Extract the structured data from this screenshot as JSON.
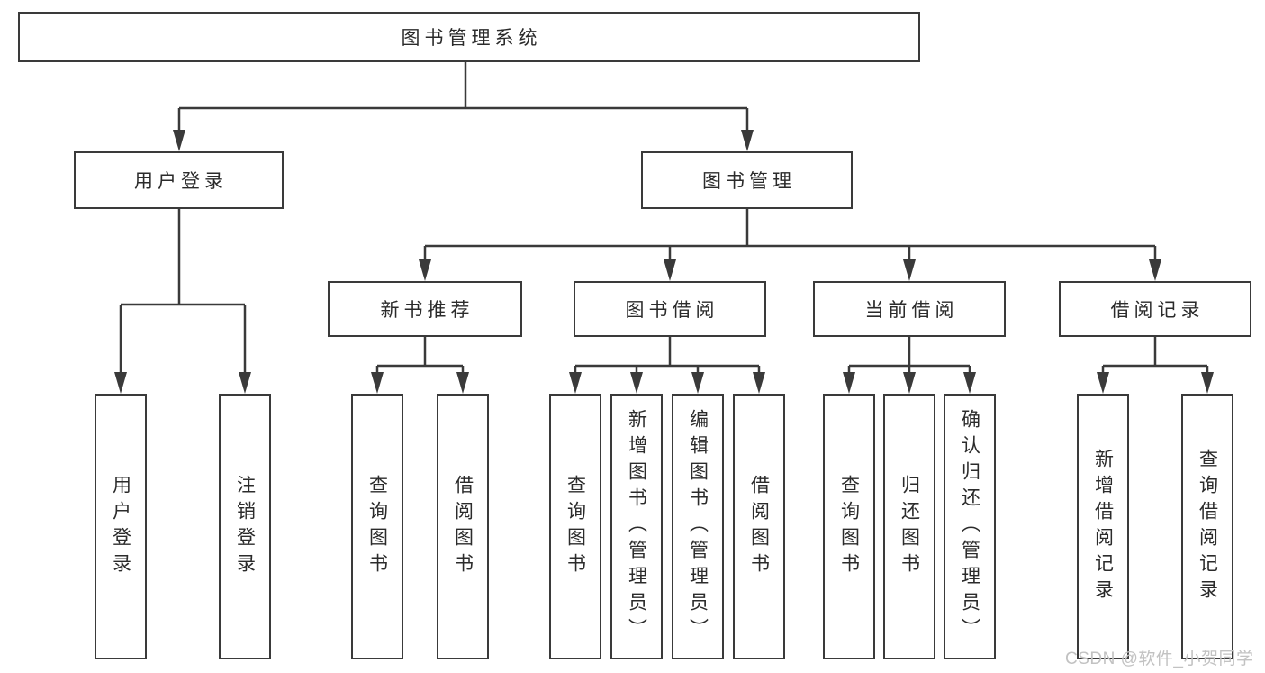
{
  "diagram": {
    "root": "图书管理系统",
    "level2": [
      "用户登录",
      "图书管理"
    ],
    "level3": [
      "新书推荐",
      "图书借阅",
      "当前借阅",
      "借阅记录"
    ],
    "leaves": [
      "用户登录",
      "注销登录",
      "查询图书",
      "借阅图书",
      "查询图书",
      "新增图书（管理员）",
      "编辑图书（管理员）",
      "借阅图书",
      "查询图书",
      "归还图书",
      "确认归还（管理员）",
      "新增借阅记录",
      "查询借阅记录"
    ]
  },
  "watermark": "CSDN @软件_小贺同学",
  "colors": {
    "line": "#3a3a3a",
    "box_border": "#3a3a3a",
    "text": "#2b2b2b",
    "watermark": "#c2c2c2",
    "background": "#ffffff"
  }
}
